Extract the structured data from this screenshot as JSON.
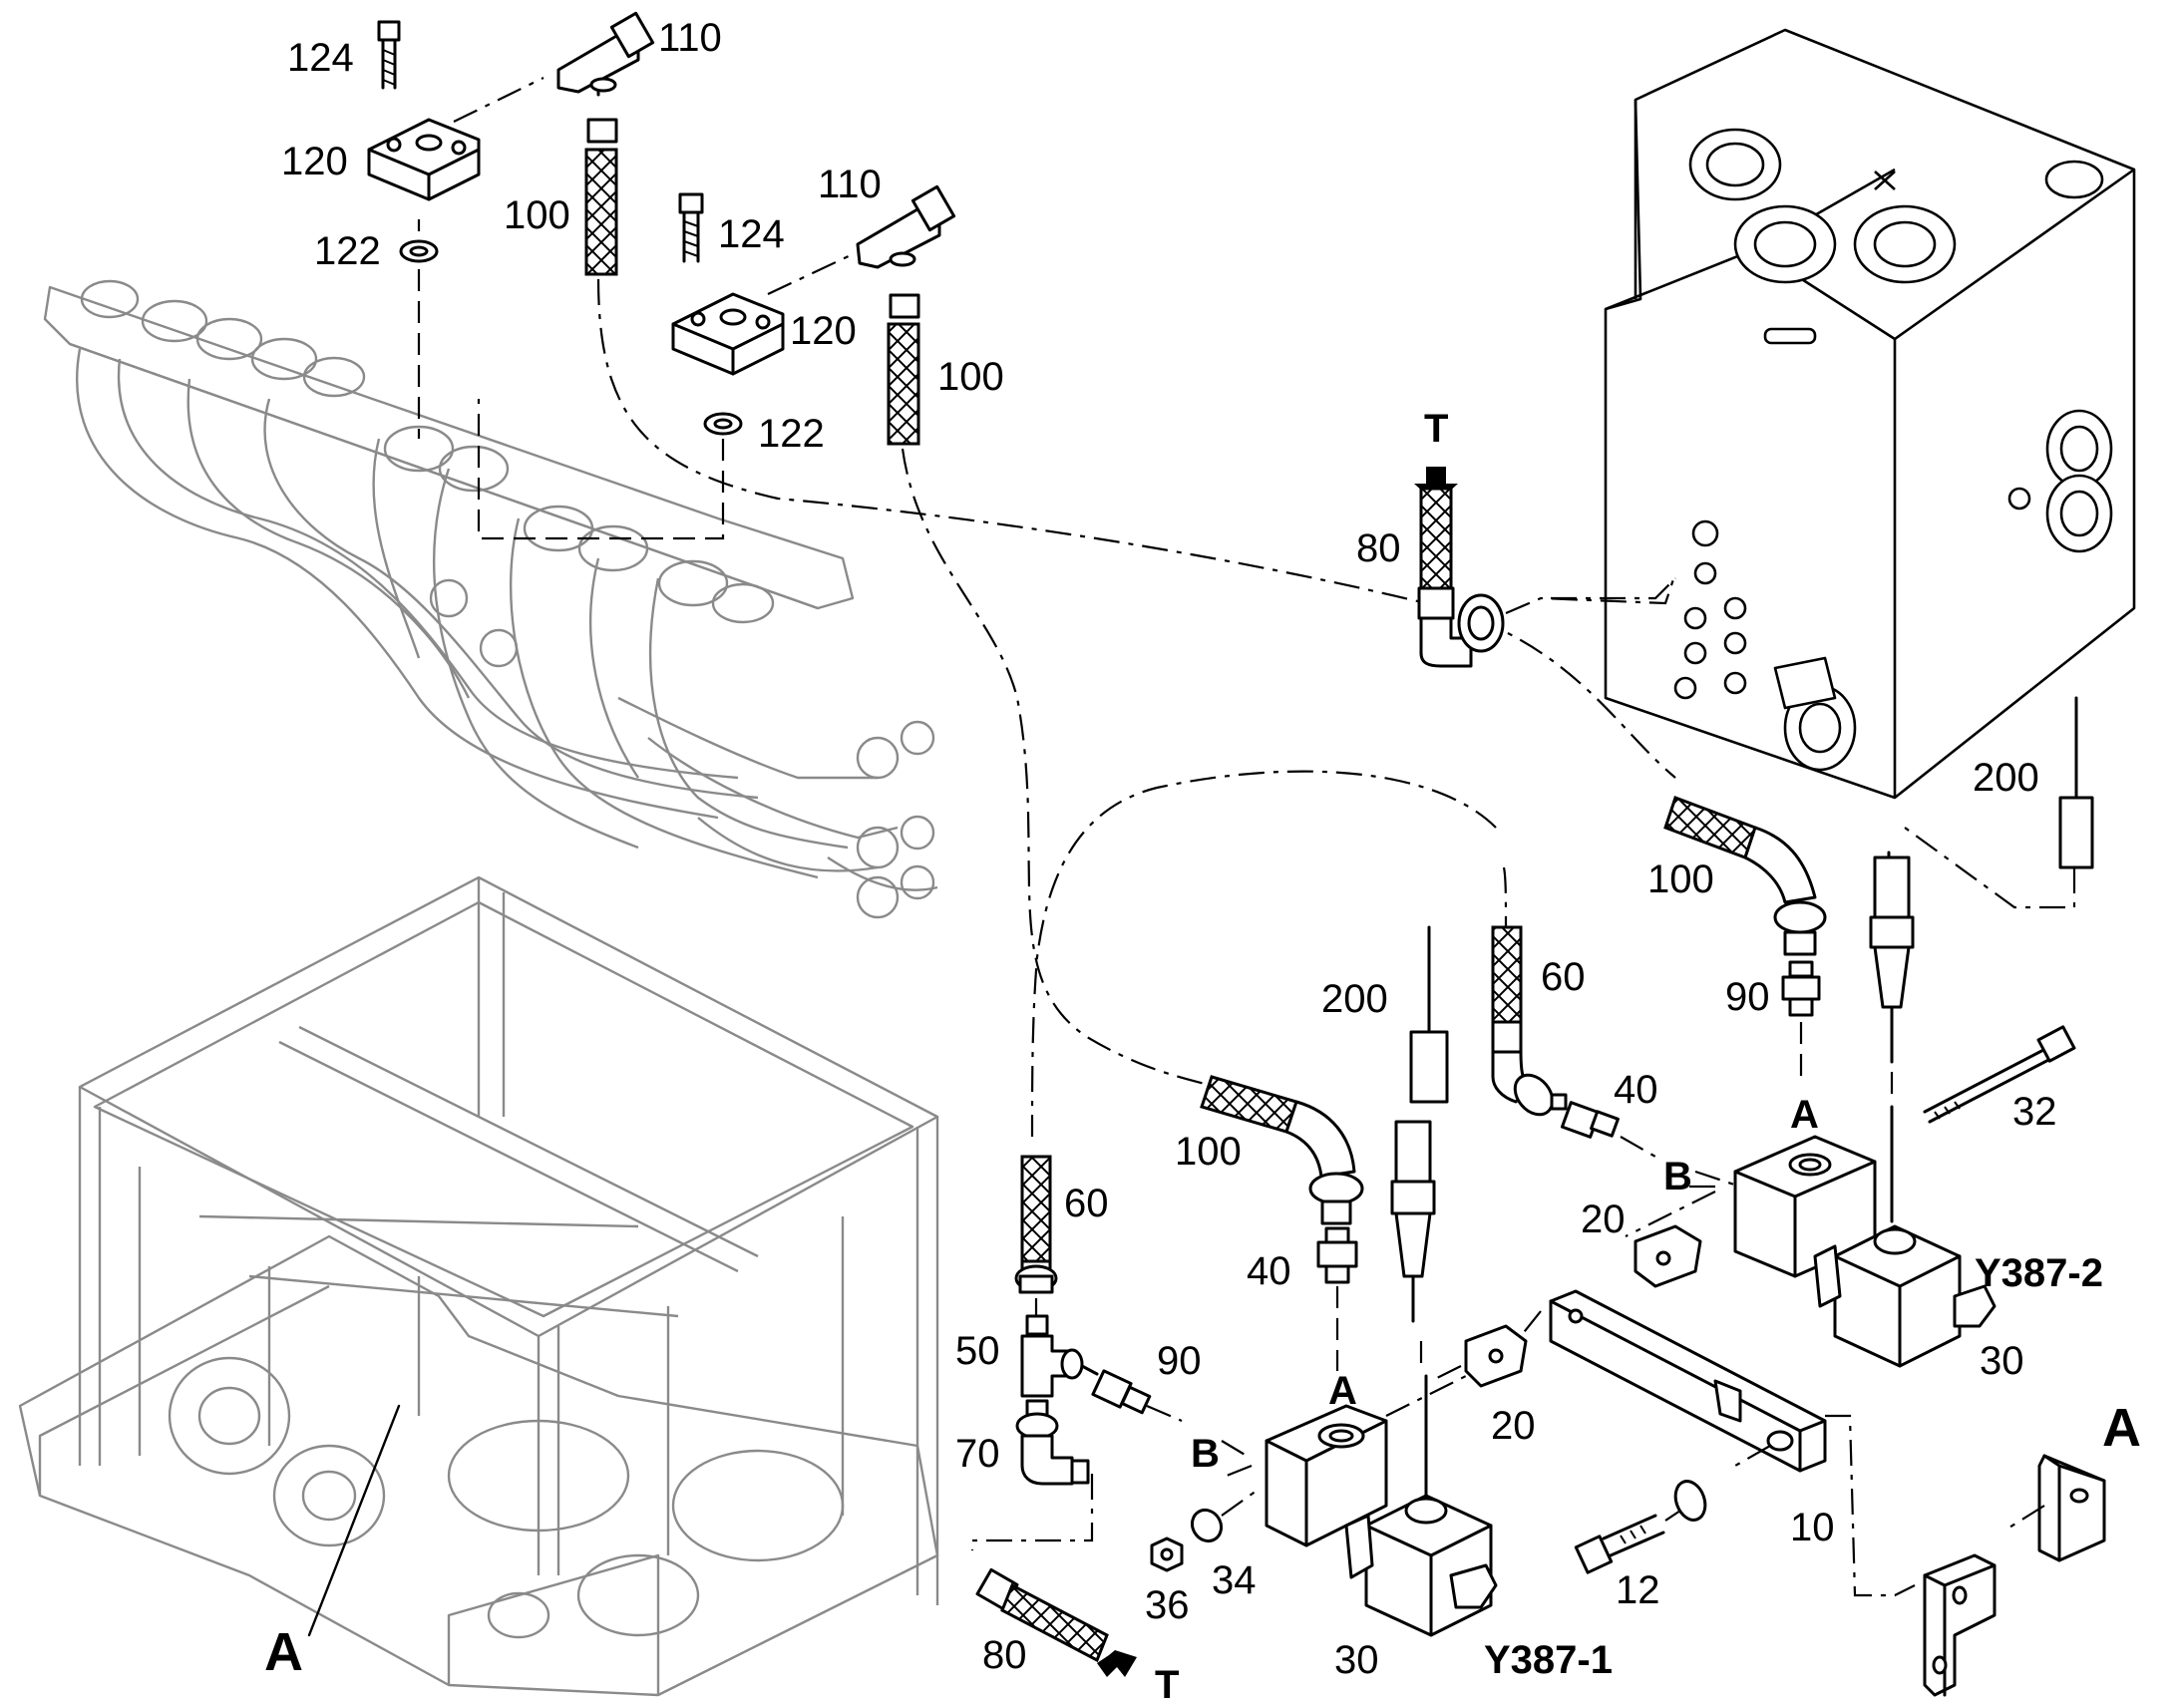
{
  "callouts": {
    "p124a": "124",
    "p110a": "110",
    "p120a": "120",
    "p100a": "100",
    "p122a": "122",
    "p110b": "110",
    "p124b": "124",
    "p120b": "120",
    "p100b": "100",
    "p122b": "122",
    "p80top": "80",
    "tTop": "T",
    "p200right": "200",
    "p100mid": "100",
    "p90right": "90",
    "aRight": "A",
    "p32": "32",
    "p200mid": "200",
    "p60mid": "60",
    "p40mid": "40",
    "bMid": "B",
    "p20upper": "20",
    "y3872": "Y387-2",
    "p30right": "30",
    "p100low": "100",
    "p60low": "60",
    "p40low": "40",
    "aLow": "A",
    "p50": "50",
    "p90low": "90",
    "p70": "70",
    "bLow": "B",
    "p20lower": "20",
    "p10": "10",
    "p12": "12",
    "p36": "36",
    "p34": "34",
    "p80bottom": "80",
    "tBottom": "T",
    "p30low": "30",
    "y3871": "Y387-1",
    "aDetail": "A",
    "aFrame": "A"
  }
}
